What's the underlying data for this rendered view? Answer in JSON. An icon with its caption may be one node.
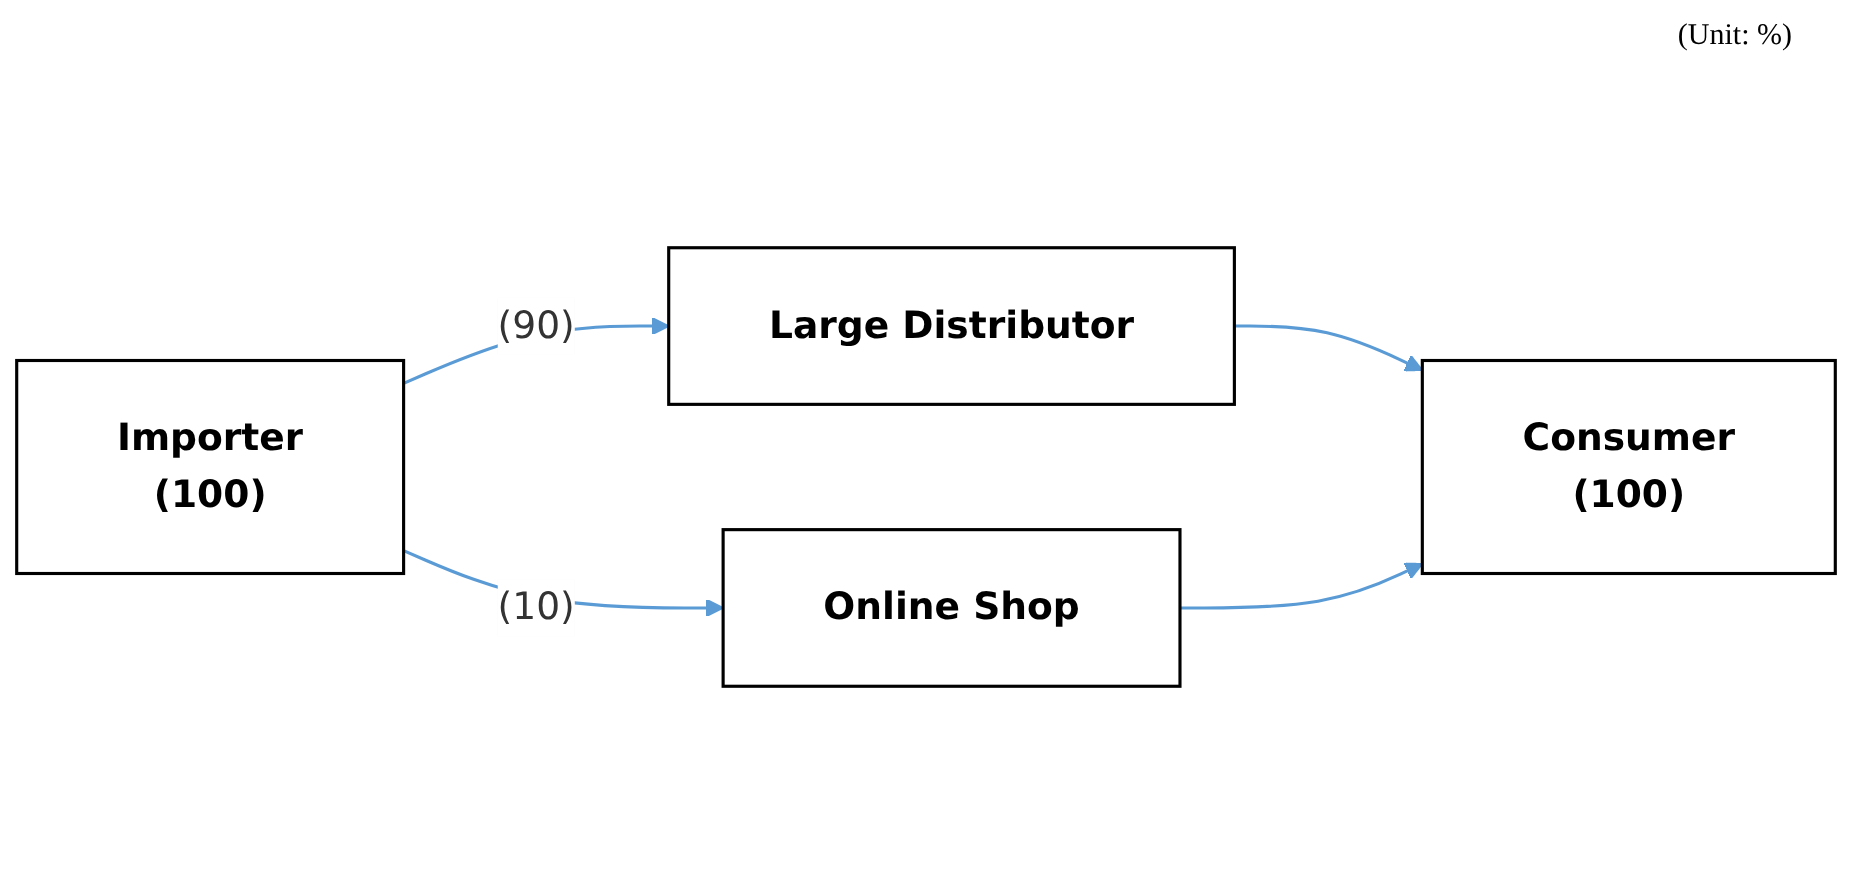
{
  "diagram": {
    "nodes": [
      {
        "text": [
          "Importer",
          "(100)"
        ]
      },
      {
        "text": [
          "Large Distributor"
        ]
      },
      {
        "text": [
          "Consumer",
          "(100)"
        ]
      },
      {
        "text": [
          "Online Shop"
        ]
      }
    ],
    "edges": [
      {
        "from": 0,
        "to": 1,
        "arrow": "to",
        "label": "(90)"
      },
      {
        "from": 1,
        "to": 2,
        "arrow": "to"
      },
      {
        "from": 0,
        "to": 3,
        "arrow": "to",
        "label": "(10)"
      },
      {
        "from": 3,
        "to": 2,
        "arrow": "to"
      }
    ],
    "labels": [
      "(Unit: %)"
    ]
  }
}
